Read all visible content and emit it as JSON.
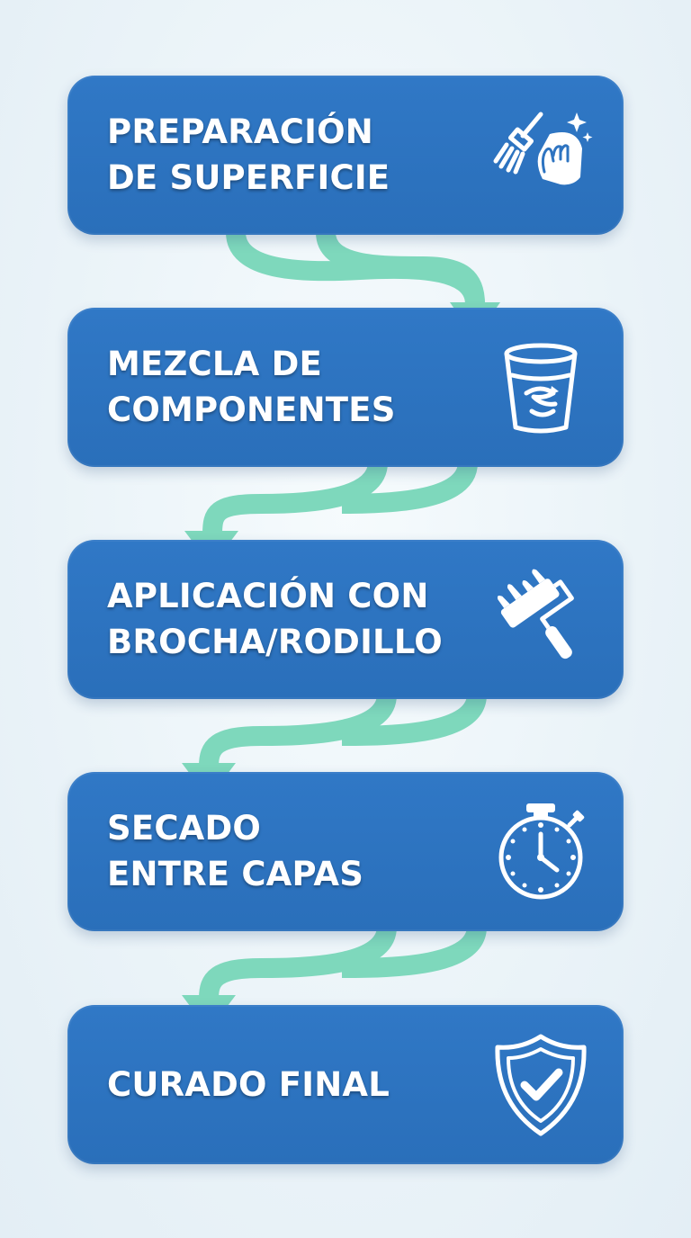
{
  "flow": {
    "steps": [
      {
        "label": "PREPARACIÓN\nDE SUPERFICIE",
        "icon": "brush-and-cleaning-cloth-icon"
      },
      {
        "label": "MEZCLA DE\nCOMPONENTES",
        "icon": "mixing-cup-icon"
      },
      {
        "label": "APLICACIÓN CON\nBROCHA/RODILLO",
        "icon": "paint-roller-icon"
      },
      {
        "label": "SECADO\nENTRE CAPAS",
        "icon": "stopwatch-icon"
      },
      {
        "label": "CURADO FINAL",
        "icon": "shield-check-icon"
      }
    ]
  },
  "colors": {
    "card": "#2e74c1",
    "connector": "#7ed8bc",
    "background": "#eef5f9",
    "text": "#ffffff"
  }
}
